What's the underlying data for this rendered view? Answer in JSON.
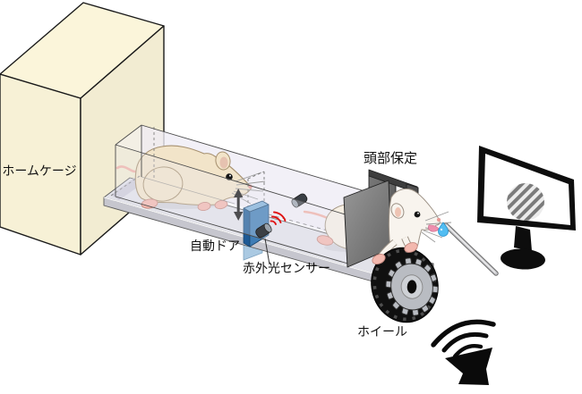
{
  "labels": {
    "home_cage": "ホームケージ",
    "auto_door": "自動ドア",
    "ir_sensor": "赤外光センサー",
    "head_fixation": "頭部保定",
    "wheel": "ホイール"
  },
  "colors": {
    "background": "#ffffff",
    "cage_fill": "#fbf5da",
    "outline": "#1a1a1a",
    "tunnel_tint": "#e7e5f0",
    "shelf_gray": "#e2e2e9",
    "door_blue_top": "#7fb0d8",
    "door_blue_front": "#1d5a96",
    "door_blue_side": "#3f7db5",
    "door_blue_lower": "#aac9e2",
    "sensor_body_gray": "#3a3f45",
    "sensor_wave_red": "#e01212",
    "plate_gray": "#858585",
    "mouse_beige": "#f2e4c9",
    "mouse_white": "#f8f4ee",
    "mouse_pink": "#f3b8ae",
    "water_drop_blue": "#52bdf2",
    "wheel_black": "#101010",
    "gear_gray": "#b9bcc2",
    "monitor_black": "#0d0d0d",
    "grating_gray": "#7b7b7b"
  }
}
